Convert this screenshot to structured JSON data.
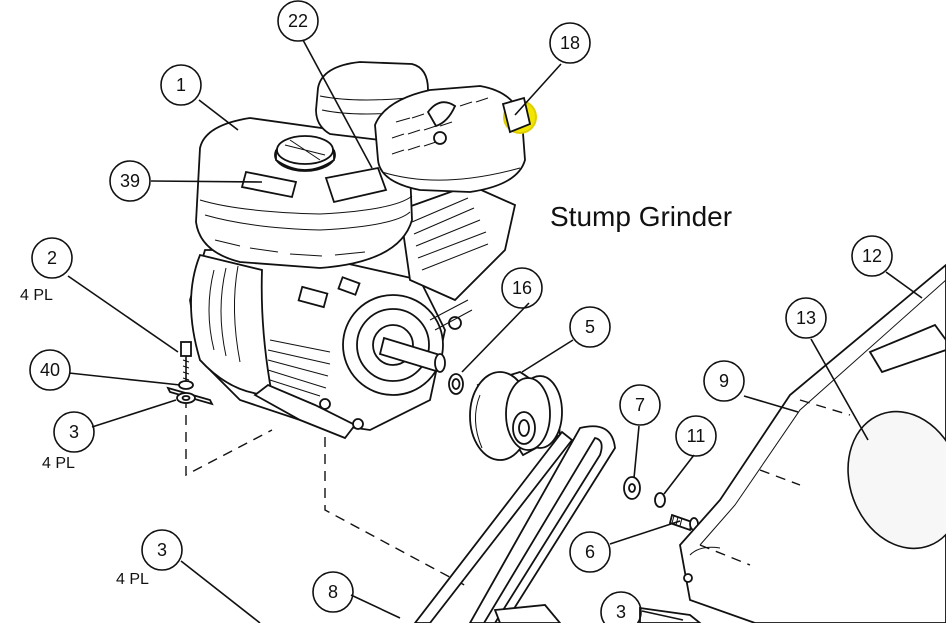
{
  "title": "Stump Grinder",
  "pl_label": "4 PL",
  "highlight_color": "#f2e500",
  "callouts": {
    "c1": "1",
    "c22": "22",
    "c18": "18",
    "c39": "39",
    "c2": "2",
    "c16": "16",
    "c5": "5",
    "c12": "12",
    "c13": "13",
    "c40": "40",
    "c9": "9",
    "c7": "7",
    "c11": "11",
    "c3a": "3",
    "c6": "6",
    "c3b": "3",
    "c8": "8",
    "c3c": "3"
  }
}
